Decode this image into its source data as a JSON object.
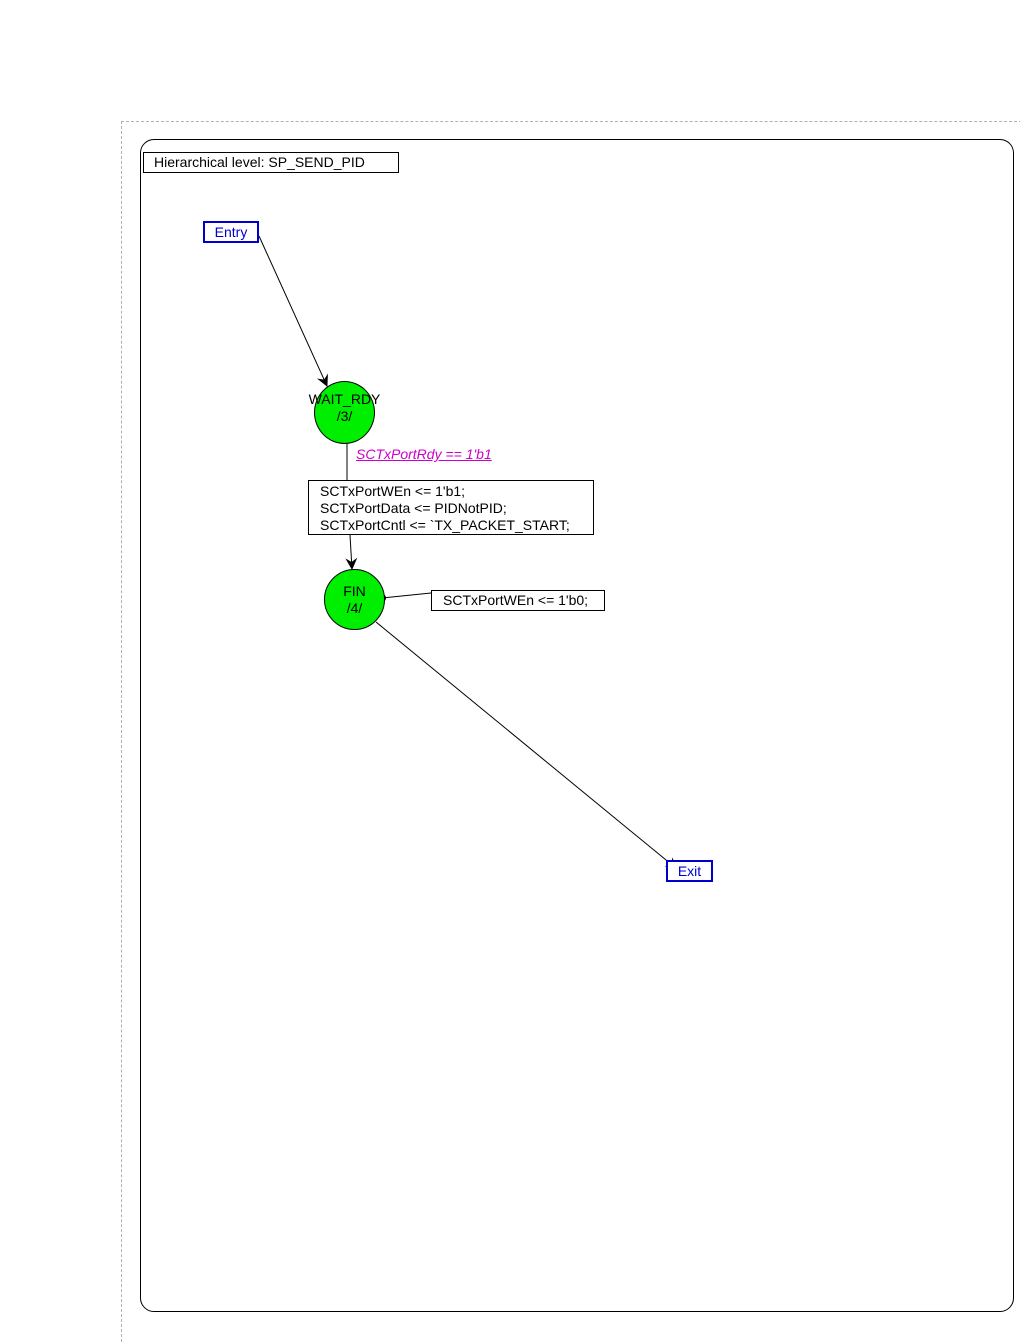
{
  "hierarchy": {
    "label": "Hierarchical level: SP_SEND_PID"
  },
  "ports": {
    "entry": "Entry",
    "exit": "Exit"
  },
  "states": {
    "wait_rdy": {
      "name": "WAIT_RDY",
      "code": "/3/"
    },
    "fin": {
      "name": "FIN",
      "code": "/4/"
    }
  },
  "transition": {
    "condition": "SCTxPortRdy == 1'b1",
    "actions": [
      "SCTxPortWEn <= 1'b1;",
      "SCTxPortData <= PIDNotPID;",
      "SCTxPortCntl <= `TX_PACKET_START;"
    ]
  },
  "state_action": {
    "fin": "SCTxPortWEn <= 1'b0;"
  },
  "colors": {
    "state_fill": "#00ee00",
    "port": "#0000cc",
    "condition": "#cc00cc"
  }
}
